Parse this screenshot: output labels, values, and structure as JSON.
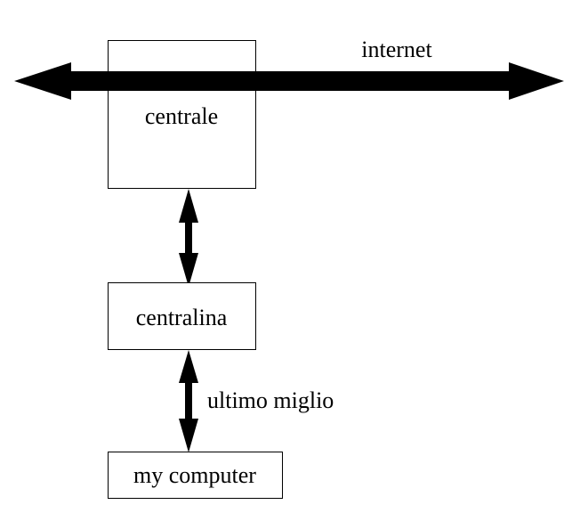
{
  "diagram": {
    "nodes": {
      "centrale": "centrale",
      "centralina": "centralina",
      "my_computer": "my computer"
    },
    "edges": {
      "internet": "internet",
      "ultimo_miglio": "ultimo miglio"
    },
    "colors": {
      "stroke": "#000000",
      "background": "#ffffff"
    }
  }
}
